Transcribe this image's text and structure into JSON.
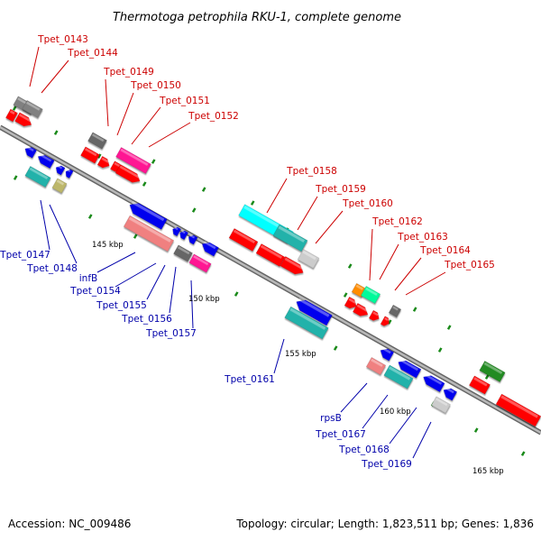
{
  "title": "Thermotoga petrophila RKU-1, complete genome",
  "footer": {
    "accession": "Accession: NC_009486",
    "topology": "Topology: circular; Length: 1,823,511 bp; Genes: 1,836"
  },
  "colors": {
    "forward": "#ff0000",
    "reverse": "#0000ee",
    "label_red": "#cc0000",
    "label_blue": "#0000aa",
    "backbone": "#888888",
    "dots": "#1a8a1a"
  },
  "ticks": [
    "145 kbp",
    "150 kbp",
    "155 kbp",
    "160 kbp",
    "165 kbp"
  ],
  "genes": [
    {
      "id": "Tpet_0143",
      "strand": "+",
      "color": "#808080"
    },
    {
      "id": "Tpet_0144",
      "strand": "+",
      "color": "#808080"
    },
    {
      "id": "Tpet_0147",
      "strand": "-",
      "color": "#20b2aa"
    },
    {
      "id": "Tpet_0148",
      "strand": "-",
      "color": "#bdb76b"
    },
    {
      "id": "Tpet_0149",
      "strand": "+",
      "color": "#666666"
    },
    {
      "id": "Tpet_0150",
      "strand": "+",
      "color": "#ff1493"
    },
    {
      "id": "Tpet_0151",
      "strand": "+",
      "color": "#ff0000"
    },
    {
      "id": "Tpet_0152",
      "strand": "+",
      "color": "#ff0000"
    },
    {
      "id": "infB",
      "strand": "-",
      "color": "#0000ee"
    },
    {
      "id": "Tpet_0154",
      "strand": "-",
      "color": "#f08080"
    },
    {
      "id": "Tpet_0155",
      "strand": "-",
      "color": "#0000ee"
    },
    {
      "id": "Tpet_0156",
      "strand": "-",
      "color": "#666666"
    },
    {
      "id": "Tpet_0157",
      "strand": "-",
      "color": "#ff1493"
    },
    {
      "id": "Tpet_0158",
      "strand": "+",
      "color": "#00ffff"
    },
    {
      "id": "Tpet_0159",
      "strand": "+",
      "color": "#20b2aa"
    },
    {
      "id": "Tpet_0160",
      "strand": "+",
      "color": "#cccccc"
    },
    {
      "id": "Tpet_0161",
      "strand": "-",
      "color": "#20b2aa"
    },
    {
      "id": "Tpet_0162",
      "strand": "+",
      "color": "#ff8c00"
    },
    {
      "id": "Tpet_0163",
      "strand": "+",
      "color": "#00fa9a"
    },
    {
      "id": "Tpet_0164",
      "strand": "+",
      "color": "#ff0000"
    },
    {
      "id": "Tpet_0165",
      "strand": "+",
      "color": "#666666"
    },
    {
      "id": "rpsB",
      "strand": "-",
      "color": "#f08080"
    },
    {
      "id": "Tpet_0167",
      "strand": "-",
      "color": "#20b2aa"
    },
    {
      "id": "Tpet_0168",
      "strand": "-",
      "color": "#0000ee"
    },
    {
      "id": "Tpet_0169",
      "strand": "-",
      "color": "#cccccc"
    }
  ]
}
